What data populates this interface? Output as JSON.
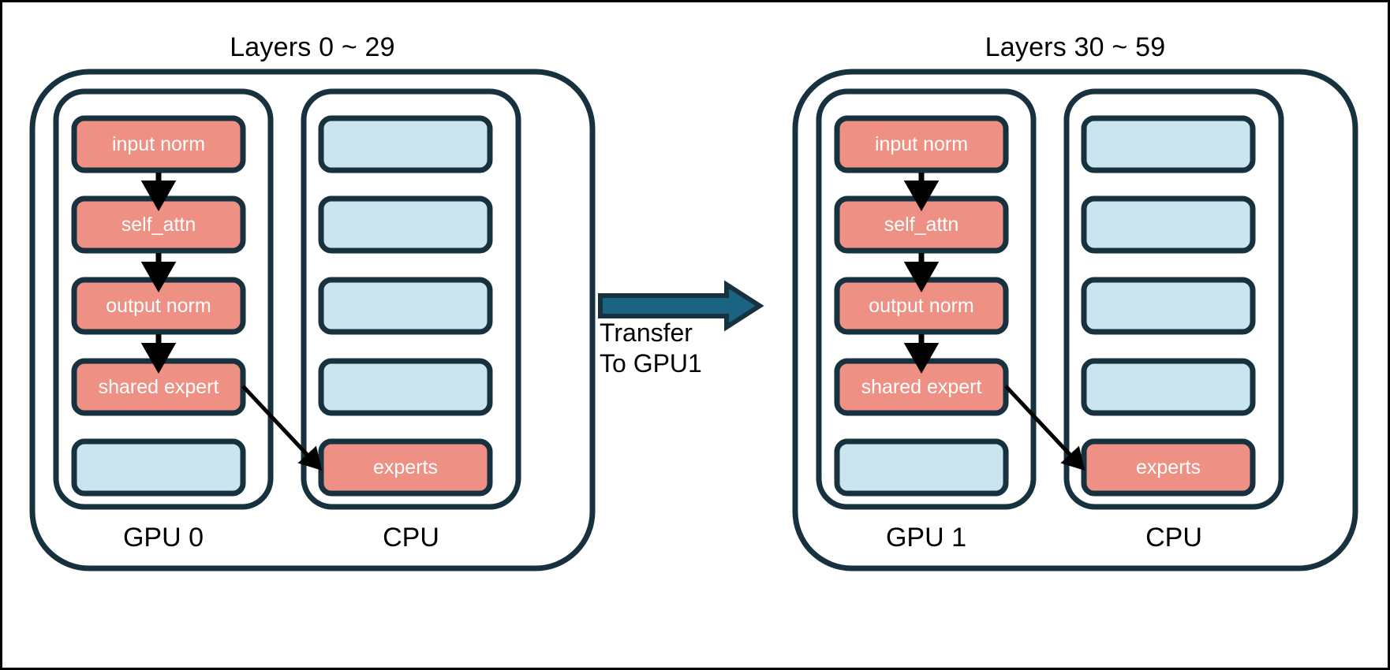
{
  "diagram": {
    "title": "",
    "colors": {
      "outline": "#17313f",
      "gpu_block": "#ee9083",
      "cpu_block": "#cbe5ee",
      "empty_block": "#cbe5ee",
      "arrow": "#000000",
      "transfer_arrow": "#1b6383",
      "block_text": "#ffffff",
      "label_text": "#000000",
      "background": "#ffffff"
    },
    "panels": [
      {
        "id": "panel-left",
        "title": "Layers 0 ~ 29",
        "columns": [
          {
            "id": "gpu-column-left",
            "footer": "GPU 0",
            "blocks": [
              {
                "label": "input norm",
                "kind": "active"
              },
              {
                "label": "self_attn",
                "kind": "active"
              },
              {
                "label": "output norm",
                "kind": "active"
              },
              {
                "label": "shared expert",
                "kind": "active"
              },
              {
                "label": "",
                "kind": "empty"
              }
            ]
          },
          {
            "id": "cpu-column-left",
            "footer": "CPU",
            "blocks": [
              {
                "label": "",
                "kind": "empty"
              },
              {
                "label": "",
                "kind": "empty"
              },
              {
                "label": "",
                "kind": "empty"
              },
              {
                "label": "",
                "kind": "empty"
              },
              {
                "label": "experts",
                "kind": "active"
              }
            ]
          }
        ]
      },
      {
        "id": "panel-right",
        "title": "Layers 30 ~ 59",
        "columns": [
          {
            "id": "gpu-column-right",
            "footer": "GPU 1",
            "blocks": [
              {
                "label": "input norm",
                "kind": "active"
              },
              {
                "label": "self_attn",
                "kind": "active"
              },
              {
                "label": "output norm",
                "kind": "active"
              },
              {
                "label": "shared expert",
                "kind": "active"
              },
              {
                "label": "",
                "kind": "empty"
              }
            ]
          },
          {
            "id": "cpu-column-right",
            "footer": "CPU",
            "blocks": [
              {
                "label": "",
                "kind": "empty"
              },
              {
                "label": "",
                "kind": "empty"
              },
              {
                "label": "",
                "kind": "empty"
              },
              {
                "label": "",
                "kind": "empty"
              },
              {
                "label": "experts",
                "kind": "active"
              }
            ]
          }
        ]
      }
    ],
    "transfer": {
      "line1": "Transfer",
      "line2": "To GPU1"
    }
  }
}
